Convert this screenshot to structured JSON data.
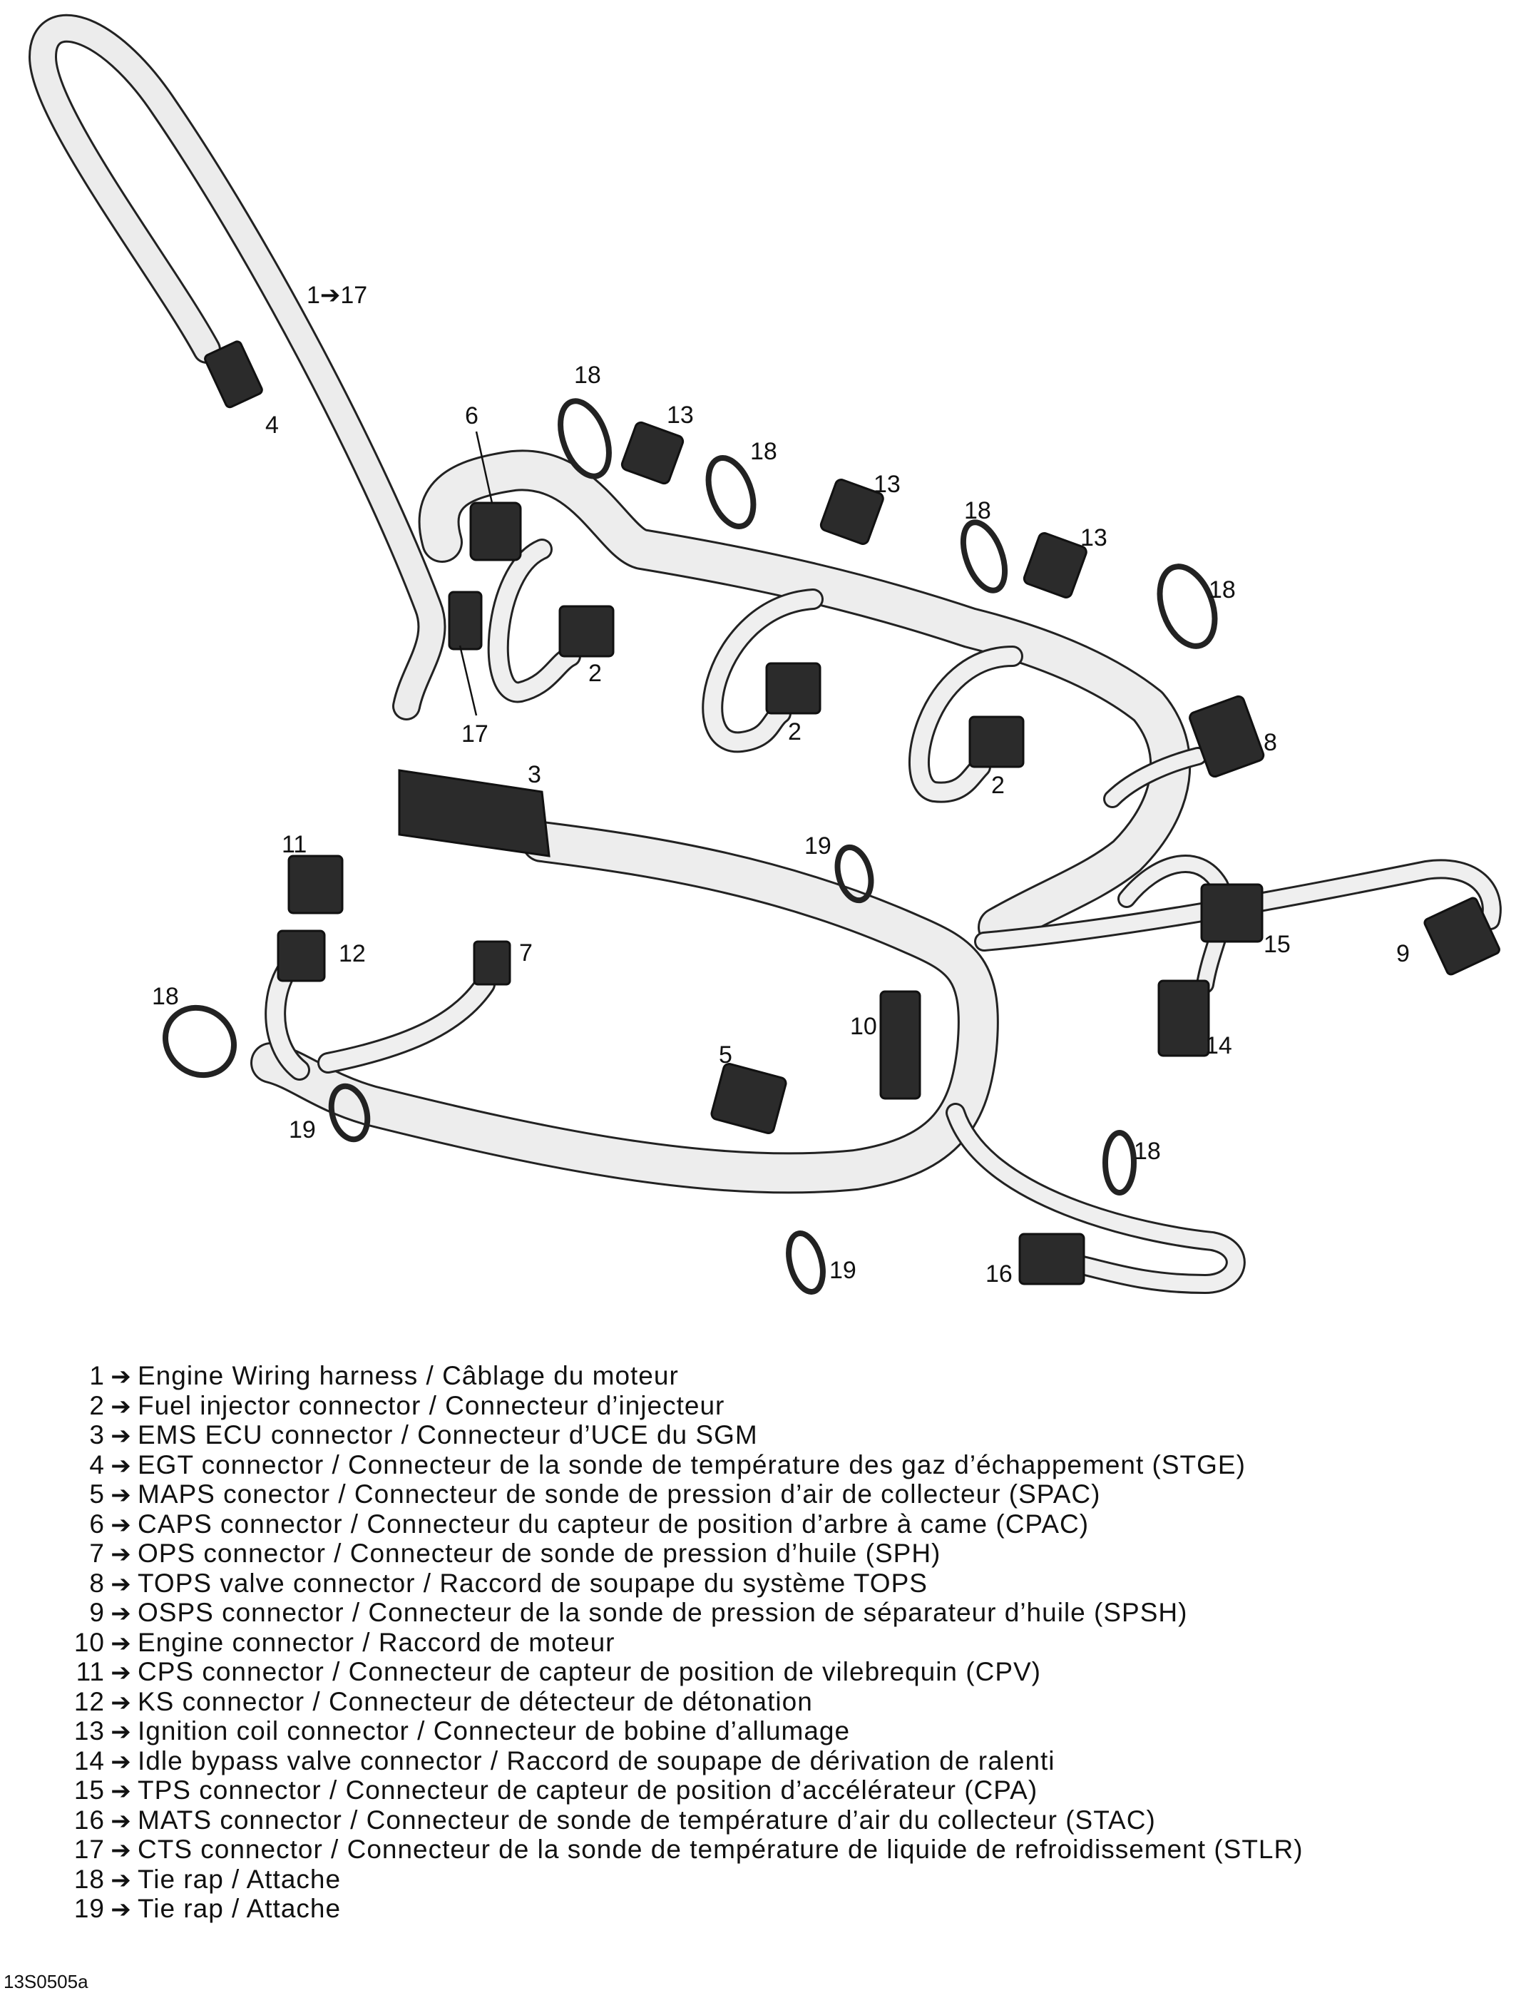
{
  "callouts": {
    "c1_17": "1➔17",
    "c4": "4",
    "c18a": "18",
    "c13a": "13",
    "c6": "6",
    "c18b": "18",
    "c13b": "13",
    "c18c": "18",
    "c13c": "13",
    "c18d": "18",
    "c2a": "2",
    "c2b": "2",
    "c2c": "2",
    "c17": "17",
    "c8": "8",
    "c3": "3",
    "c11": "11",
    "c12": "12",
    "c7": "7",
    "c19a": "19",
    "c15": "15",
    "c9": "9",
    "c14": "14",
    "c10": "10",
    "c18e": "18",
    "c5": "5",
    "c19b": "19",
    "c18f": "18",
    "c16": "16",
    "c19c": "19"
  },
  "legend": [
    {
      "num": "1",
      "text": "Engine Wiring harness / Câblage du moteur"
    },
    {
      "num": "2",
      "text": "Fuel injector connector / Connecteur d’injecteur"
    },
    {
      "num": "3",
      "text": "EMS ECU connector / Connecteur d’UCE du SGM"
    },
    {
      "num": "4",
      "text": "EGT connector / Connecteur de la sonde de température des gaz d’échappement (STGE)"
    },
    {
      "num": "5",
      "text": "MAPS conector / Connecteur de sonde de pression d’air de collecteur (SPAC)"
    },
    {
      "num": "6",
      "text": "CAPS connector / Connecteur du capteur de position d’arbre à came (CPAC)"
    },
    {
      "num": "7",
      "text": "OPS connector / Connecteur de sonde de pression d’huile (SPH)"
    },
    {
      "num": "8",
      "text": "TOPS valve connector / Raccord de soupape du système TOPS"
    },
    {
      "num": "9",
      "text": "OSPS connector / Connecteur de la sonde de pression de séparateur d’huile (SPSH)"
    },
    {
      "num": "10",
      "text": "Engine connector / Raccord de moteur"
    },
    {
      "num": "11",
      "text": "CPS connector / Connecteur de capteur de position de vilebrequin (CPV)"
    },
    {
      "num": "12",
      "text": "KS connector / Connecteur de détecteur de détonation"
    },
    {
      "num": "13",
      "text": "Ignition coil connector / Connecteur de bobine d’allumage"
    },
    {
      "num": "14",
      "text": "Idle bypass valve connector / Raccord de soupape de dérivation de ralenti"
    },
    {
      "num": "15",
      "text": "TPS connector / Connecteur de capteur de position d’accélérateur (CPA)"
    },
    {
      "num": "16",
      "text": "MATS connector / Connecteur de sonde de température d’air du collecteur (STAC)"
    },
    {
      "num": "17",
      "text": "CTS connector / Connecteur de la sonde de température de liquide de refroidissement (STLR)"
    },
    {
      "num": "18",
      "text": "Tie rap / Attache"
    },
    {
      "num": "19",
      "text": "Tie rap / Attache"
    }
  ],
  "legend_arrow": "➔",
  "ref_code": "13S0505a",
  "colors": {
    "harness": "#e9e9e9",
    "outline": "#222222",
    "connector": "#2b2b2b"
  }
}
